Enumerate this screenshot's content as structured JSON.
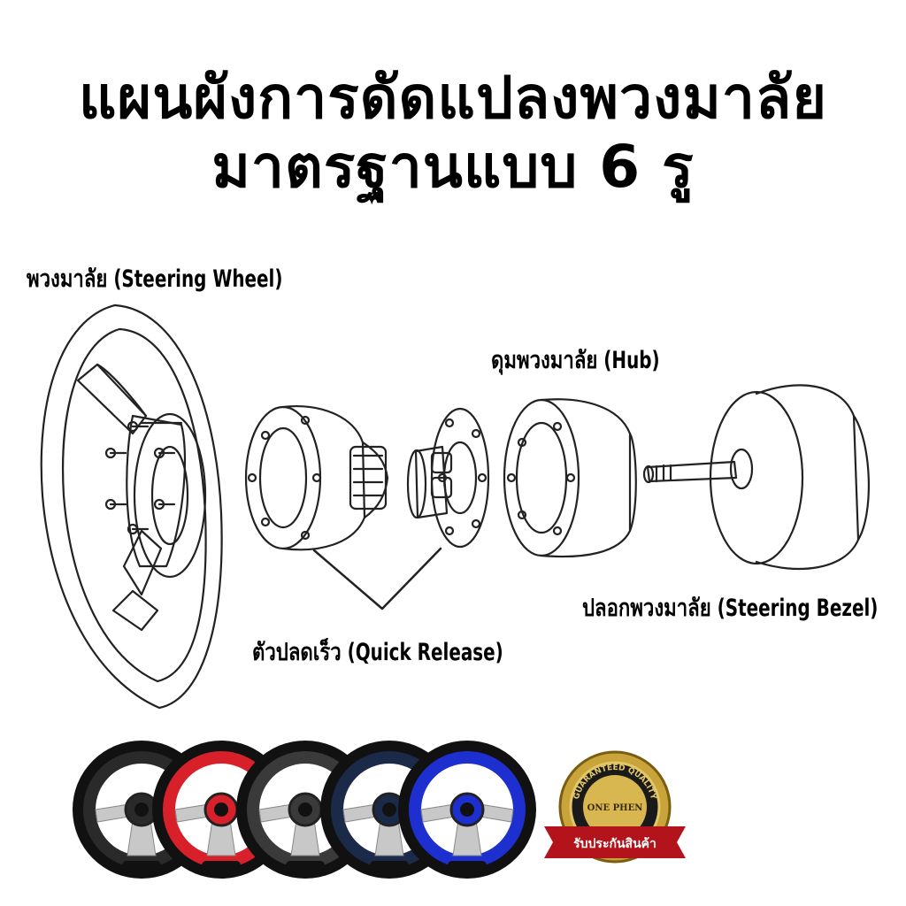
{
  "title": {
    "line1": "แผนผังการดัดแปลงพวงมาลัย",
    "line2": "มาตรฐานแบบ 6 รู"
  },
  "labels": {
    "steering_wheel": "พวงมาลัย (Steering Wheel)",
    "hub": "ดุมพวงมาลัย (Hub)",
    "steering_bezel": "ปลอกพวงมาลัย (Steering Bezel)",
    "quick_release": "ตัวปลดเร็ว (Quick Release)"
  },
  "badge": {
    "arc_text": "GUARANTEED QUALITY",
    "brand": "ONE PHEN",
    "ribbon": "รับประกันสินค้า"
  },
  "wheel_colors": [
    "#2a2a2a",
    "#d8202a",
    "#3a3a3a",
    "#1c2a4a",
    "#1e2fd0"
  ]
}
